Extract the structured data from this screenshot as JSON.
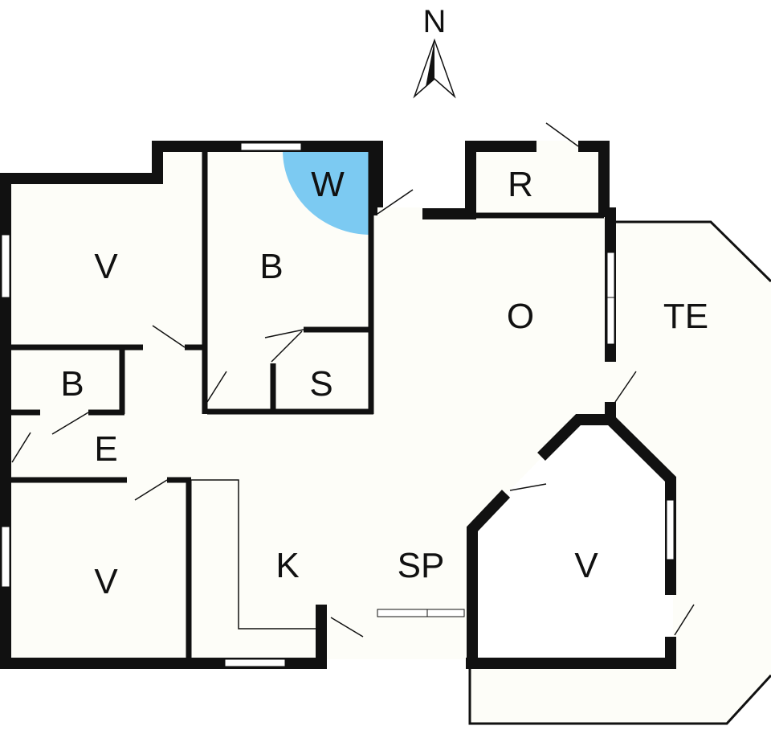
{
  "compass": {
    "label": "N",
    "icon": "north-arrow-icon"
  },
  "rooms": {
    "v_nw": "V",
    "b_bedroom": "B",
    "w_wardrobe": "W",
    "r_room": "R",
    "o_living": "O",
    "te_terrace": "TE",
    "b_bath": "B",
    "s_storage": "S",
    "e_entry": "E",
    "v_sw": "V",
    "k_kitchen": "K",
    "sp_dining": "SP",
    "v_se": "V"
  },
  "colors": {
    "wall": "#111111",
    "floor": "#fdfdf8",
    "wardrobe_highlight": "#7ccaf2"
  }
}
